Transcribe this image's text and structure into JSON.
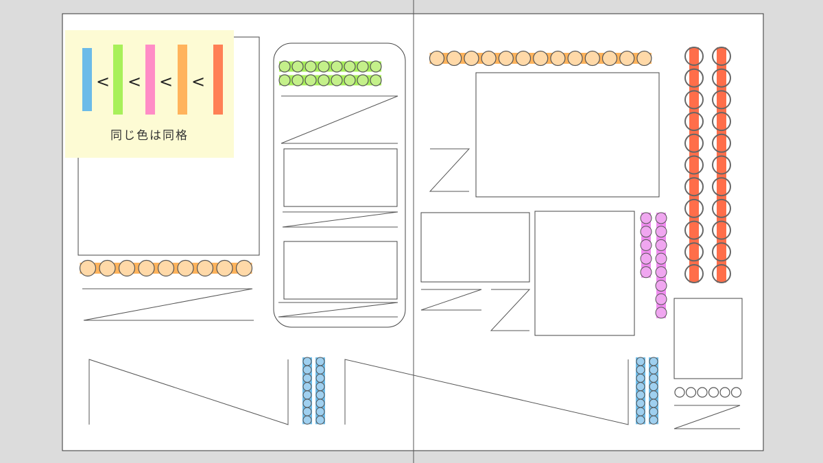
{
  "legend": {
    "caption": "同じ色は同格",
    "comparator": "<",
    "rank_colors": [
      "#6bbbe8",
      "#a8f05a",
      "#ff8cc6",
      "#ffb35c",
      "#ff8055"
    ]
  },
  "colors": {
    "background": "#dcdcdc",
    "paper": "#ffffff",
    "legend_bg": "#fdfbd4",
    "orange_fill": "#ffb35c",
    "orange_circle": "#ffd9a8",
    "green_fill": "#a8f05a",
    "green_circle": "#c4f08a",
    "blue_fill": "#6bbbe8",
    "blue_circle": "#9fd0f0",
    "pink_fill": "#f08cf0",
    "pink_circle": "#f0a6f0",
    "red_fill": "#ff6e4a",
    "outline": "#333333"
  },
  "markers": {
    "orange_rows": [
      {
        "id": "left-page-orange-row",
        "count": 9
      },
      {
        "id": "right-page-orange-row",
        "count": 13
      }
    ],
    "green_rows": [
      {
        "id": "green-row-top",
        "count": 8
      },
      {
        "id": "green-row-bottom",
        "count": 8
      }
    ],
    "blue_columns": [
      {
        "id": "blue-column-left-a",
        "count": 8
      },
      {
        "id": "blue-column-left-b",
        "count": 8
      },
      {
        "id": "blue-column-right-a",
        "count": 8
      },
      {
        "id": "blue-column-right-b",
        "count": 8
      }
    ],
    "pink_columns": [
      {
        "id": "pink-column-a",
        "count": 5
      },
      {
        "id": "pink-column-b",
        "count": 8
      }
    ],
    "red_columns": [
      {
        "id": "red-column-a",
        "count": 11
      },
      {
        "id": "red-column-b",
        "count": 11
      }
    ],
    "plain_row": {
      "id": "plain-circle-row",
      "count": 6
    }
  }
}
